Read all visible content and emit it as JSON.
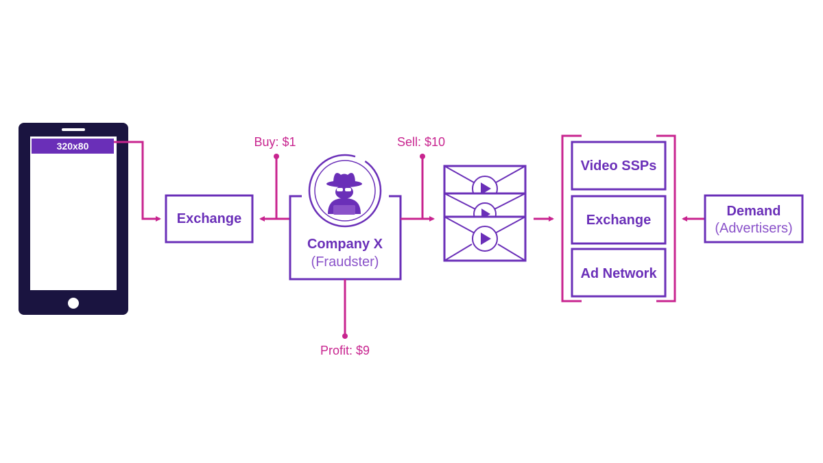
{
  "colors": {
    "purple": "#6a2fb8",
    "magenta": "#c8248f",
    "phone": "#1a1440"
  },
  "phone": {
    "ad_size": "320x80"
  },
  "nodes": {
    "exchange_left": "Exchange",
    "company_name": "Company X",
    "company_role": "(Fraudster)",
    "video_ssps": "Video SSPs",
    "exchange_right": "Exchange",
    "ad_network": "Ad Network",
    "demand_title": "Demand",
    "demand_sub": "(Advertisers)"
  },
  "money": {
    "buy": "Buy: $1",
    "sell": "Sell: $10",
    "profit": "Profit: $9"
  },
  "icons": [
    "fraudster-spy-icon",
    "video-play-icon"
  ]
}
